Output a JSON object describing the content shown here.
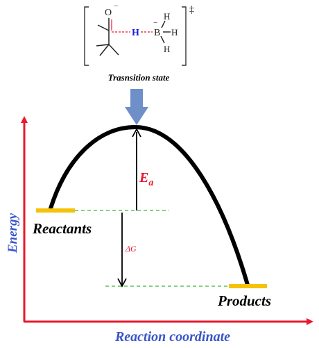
{
  "molecule": {
    "oxygen": "O",
    "oxygen_charge": "−",
    "hydride": "H",
    "boron": "B",
    "boron_charge": "−",
    "h_top": "H",
    "h_right": "H",
    "h_bottom": "H",
    "dagger": "‡"
  },
  "caption": "Trasnsition state",
  "labels": {
    "y_axis": "Energy",
    "x_axis": "Reaction coordinate",
    "reactants": "Reactants",
    "products": "Products",
    "ea_main": "E",
    "ea_sub": "a",
    "delta_g": "ΔG"
  },
  "colors": {
    "axis": "#e8192c",
    "axis_label": "#3a55c9",
    "curve": "#000000",
    "level": "#f5c20a",
    "dashed": "#3cb43c",
    "arrow_down": "#6f8fc9",
    "energy_label": "#e8192c",
    "hbond": "#e8192c",
    "hydride": "#1a1adb"
  }
}
